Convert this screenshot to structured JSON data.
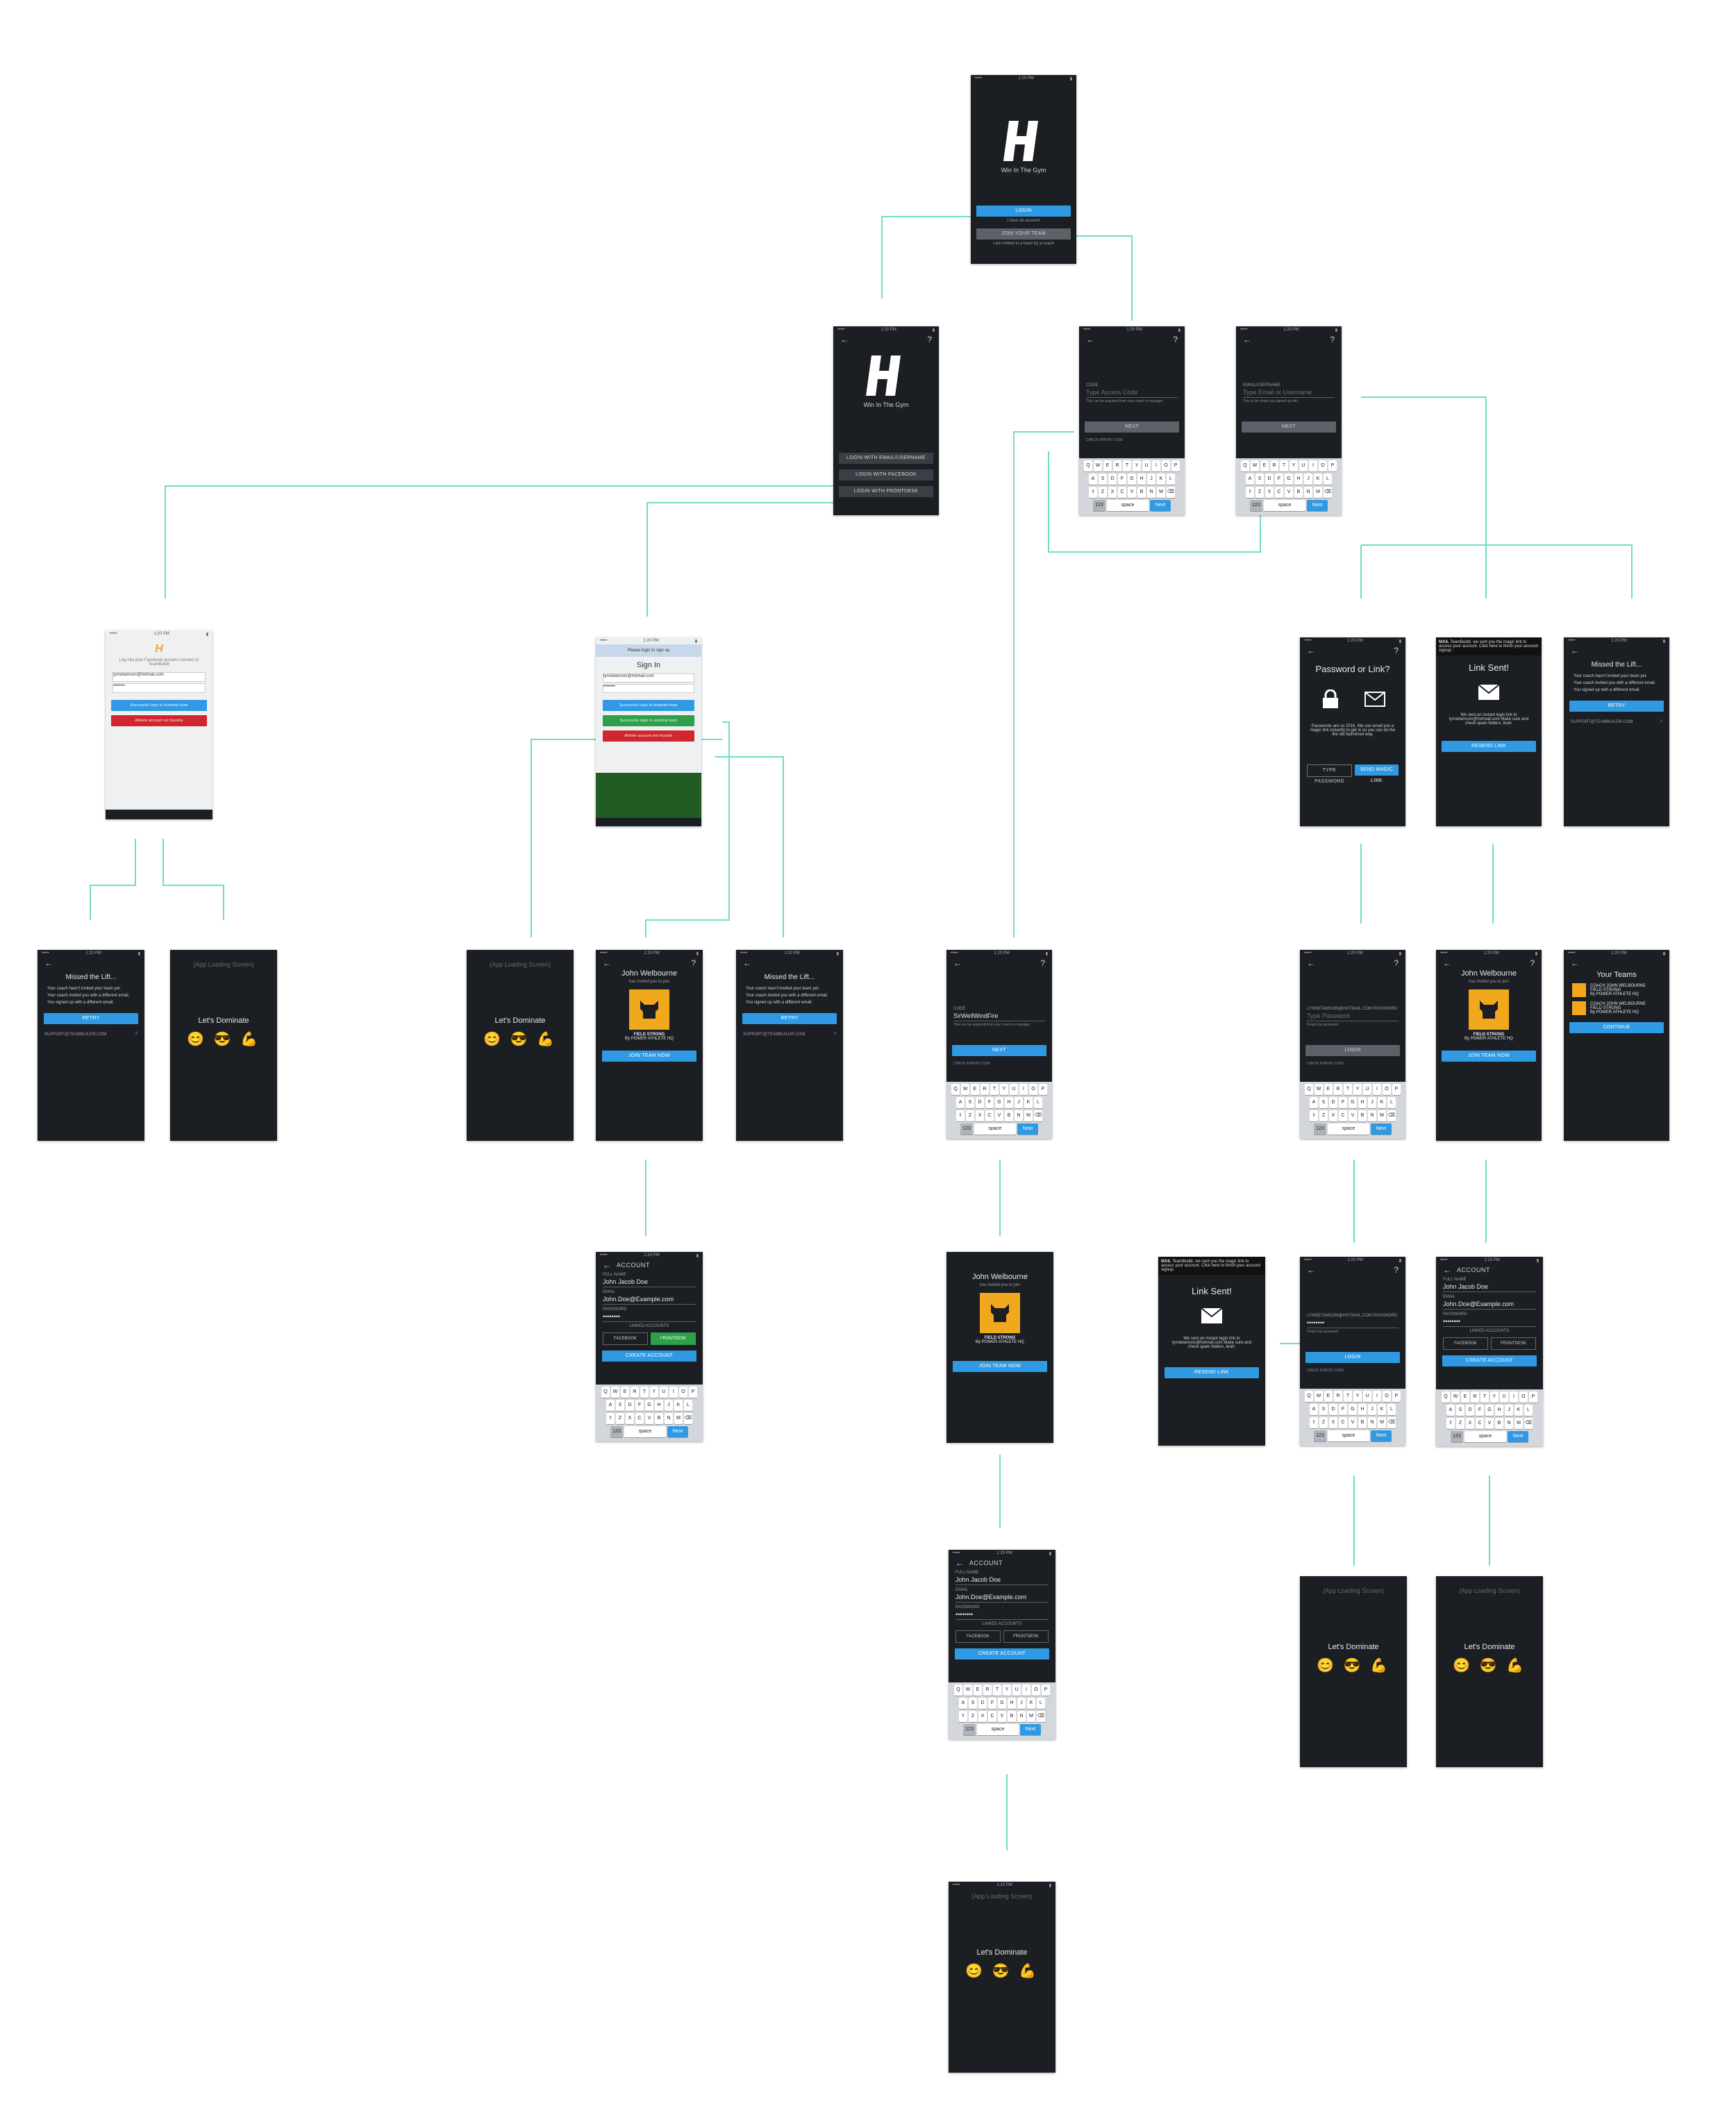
{
  "app": {
    "logo_letter": "H",
    "tagline": "Win In The Gym"
  },
  "labels": {
    "login": "LOGIN",
    "join_team": "JOIN YOUR TEAM",
    "have_account": "I have an account",
    "invited": "I am invited to a team by a coach",
    "login_email": "LOGIN WITH EMAIL/USERNAME",
    "login_facebook": "LOGIN WITH FACEBOOK",
    "login_frontdesk": "LOGIN WITH FRONTDESK",
    "team_code_label": "CODE",
    "team_code_ph": "Type Access Code",
    "team_code_note": "This can be acquired from your coach or manager",
    "next": "NEXT",
    "check_code": "CHECK ERROR CODE",
    "email_label": "EMAIL/USERNAME",
    "email_ph": "Type Email or Username",
    "email_note": "This is the email you signed up with",
    "password_or_link": "Password or Link?",
    "password_or_link_desc": "Passwords are so 2016. We can email you a magic link instantly to get in so you can do the the old fashioned way.",
    "type_password": "TYPE PASSWORD",
    "send_magic_link": "SEND MAGIC LINK",
    "link_sent": "Link Sent!",
    "link_sent_desc": "We sent an instant login link to lynnetamoon@hotmail.com Make sure and check spam folders, brah.",
    "resend_link": "RESEND LINK",
    "missed_lift": "Missed the Lift...",
    "missed_b1": "Your coach hasn't invited your team yet.",
    "missed_b2": "Your coach invited you with a different email.",
    "missed_b3": "You signed up with a different email.",
    "retry": "RETRY",
    "support_email": "SUPPORT@TEAMBUILDR.COM",
    "loading_screen": "(App Loading Screen)",
    "lets_dominate": "Let's Dominate",
    "emojis": "😊 😎 💪",
    "coach_name": "John Welbourne",
    "coach_invited": "has invited you to join",
    "team_name": "FIELD STRONG",
    "team_by": "By POWER ATHLETE HQ",
    "join_team_btn": "JOIN TEAM NOW",
    "your_teams": "Your Teams",
    "team_row_1": "COACH JOHN WELBOURNE",
    "team_row_2": "FIELD STRONG",
    "team_row_3": "By POWER ATHLETE HQ",
    "continue": "CONTINUE",
    "account": "ACCOUNT",
    "full_name_label": "FULL NAME",
    "full_name": "John Jacob Doe",
    "email_label2": "EMAIL",
    "email_value": "John.Doe@Example.com",
    "password_label": "PASSWORD",
    "password_dots": "••••••••",
    "linked_accounts": "LINKED ACCOUNTS",
    "facebook": "FACEBOOK",
    "frontdesk": "FRONTDESK",
    "create_account": "CREATE ACCOUNT",
    "type_password_label": "TYPE PASSWORD",
    "type_password_ph": "Type Password",
    "forgot_password": "Forgot my password",
    "team_code_value": "SirWellWindFire",
    "fb_banner": "Please login to sign up",
    "sign_in": "Sign In",
    "fb_email": "lynnetamoon@hotmail.com",
    "fb_btn1": "Successful login to branded team",
    "fb_btn2": "Successful login to existing team",
    "fb_btn3": "Athlete account not found/a",
    "light_email": "lynnetamoon@hotmail.com",
    "light_desc": "Log into your Facebook account connect to TeamBuildr",
    "light_btn1": "Successful login to branded team",
    "light_btn2": "Athlete account not found/a",
    "email_notif_app": "MAIL",
    "email_notif": "TeamBuildr, we sent you the magic link to access your account. Click here to finish your account signup.",
    "type_email_label": "LYNNETAMOON@HOTMAIL.COM PASSWORD"
  },
  "keyboard": {
    "row1": [
      "Q",
      "W",
      "E",
      "R",
      "T",
      "Y",
      "U",
      "I",
      "O",
      "P"
    ],
    "row2": [
      "A",
      "S",
      "D",
      "F",
      "G",
      "H",
      "J",
      "K",
      "L"
    ],
    "row3": [
      "⇧",
      "Z",
      "X",
      "C",
      "V",
      "B",
      "N",
      "M",
      "⌫"
    ],
    "space": "space",
    "go": "Next",
    "num": "123"
  },
  "colors": {
    "accent": "#2f9ae3",
    "connector": "#6fdcc6",
    "screen_bg": "#1b1e22",
    "team_gold": "#f2a81d"
  }
}
